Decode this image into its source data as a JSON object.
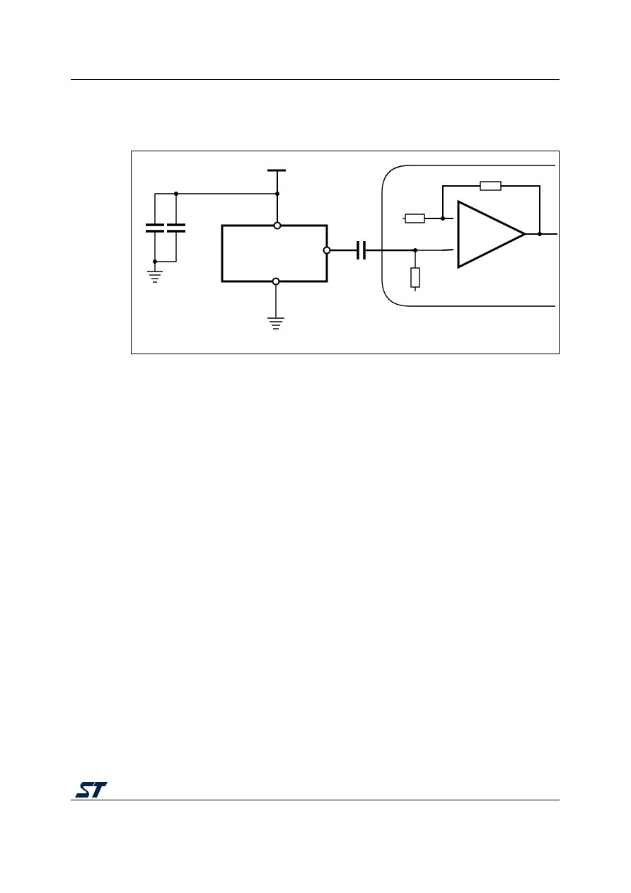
{
  "page": {
    "background": "#ffffff",
    "rule_color": "#000000"
  },
  "figure": {
    "line_color": "#000000",
    "components": {
      "supply_rail": "supply-terminal",
      "decoupling_capacitors": 2,
      "sensor_block_pins": 3,
      "coupling_capacitor": 1,
      "amplifier": "op-amp",
      "resistors": 3,
      "ground_symbols": 2
    }
  },
  "footer": {
    "logo": {
      "icon": "st-logo-icon",
      "color": "#03234b"
    }
  }
}
